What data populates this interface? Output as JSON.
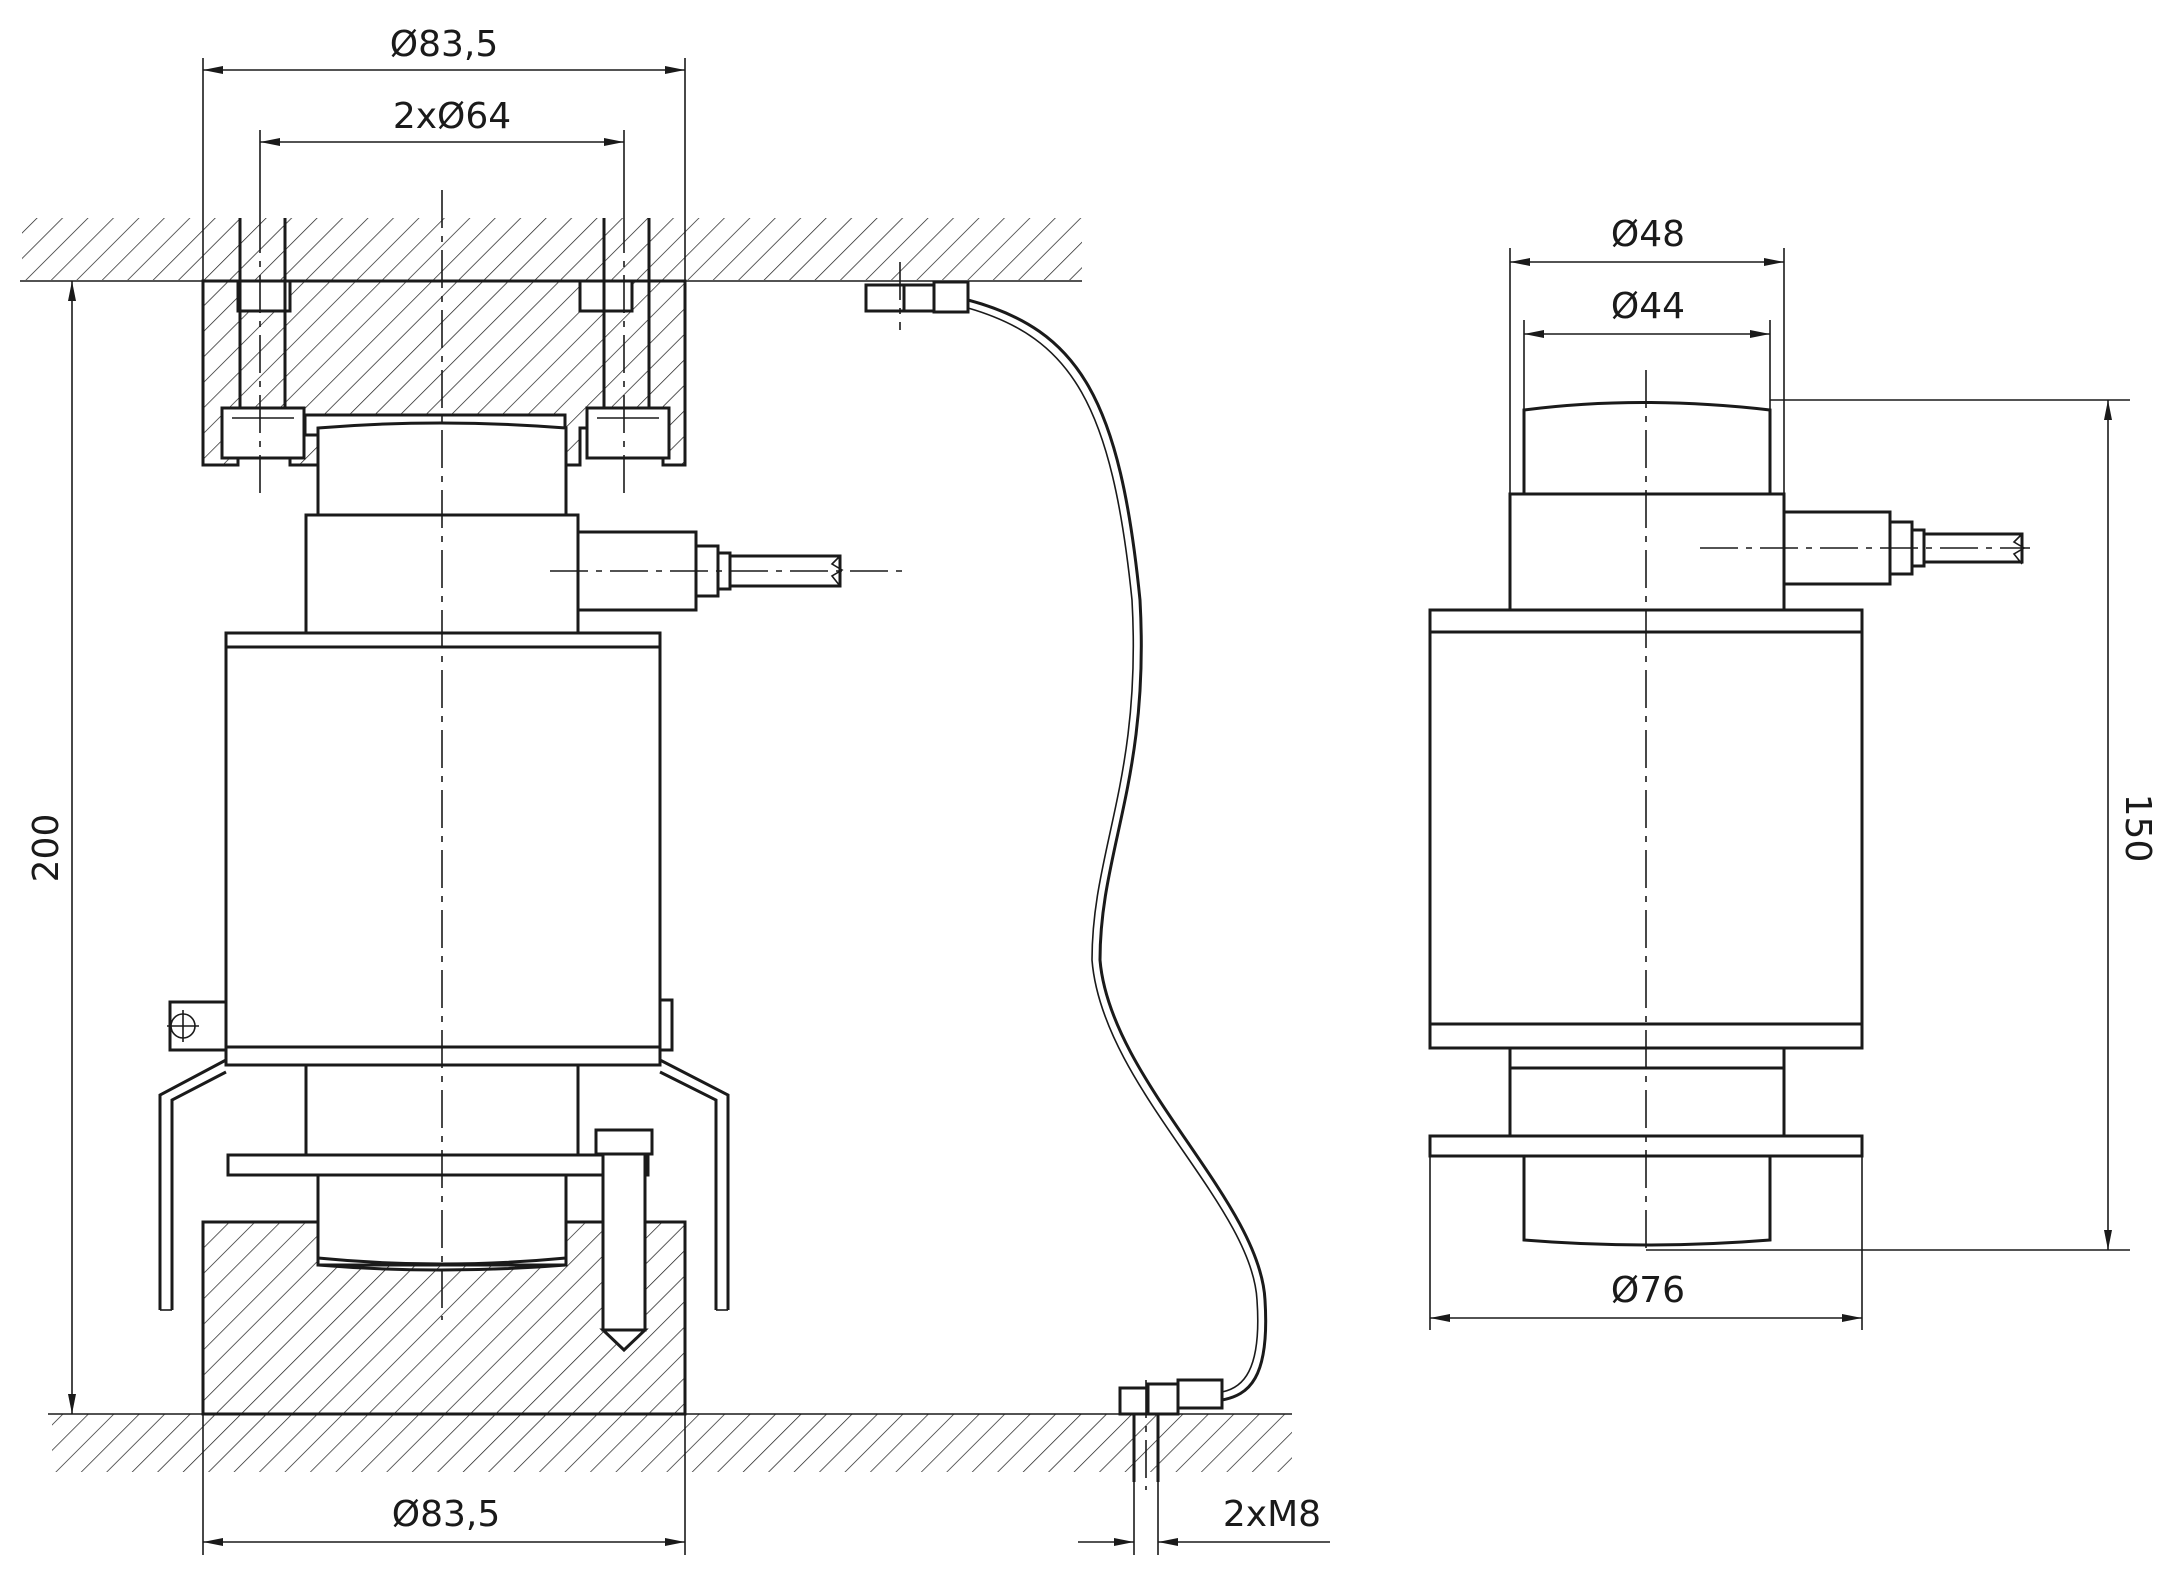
{
  "dimensions": {
    "top_outer_diameter": "Ø83,5",
    "bolt_circle": "2xØ64",
    "height_assembly": "200",
    "bottom_outer_diameter": "Ø83,5",
    "mounting_bolts": "2xM8",
    "cell_top_outer": "Ø48",
    "cell_top_inner": "Ø44",
    "cell_height": "150",
    "cell_body_diameter": "Ø76"
  },
  "colors": {
    "line": "#1a1a1a",
    "background": "#ffffff"
  }
}
